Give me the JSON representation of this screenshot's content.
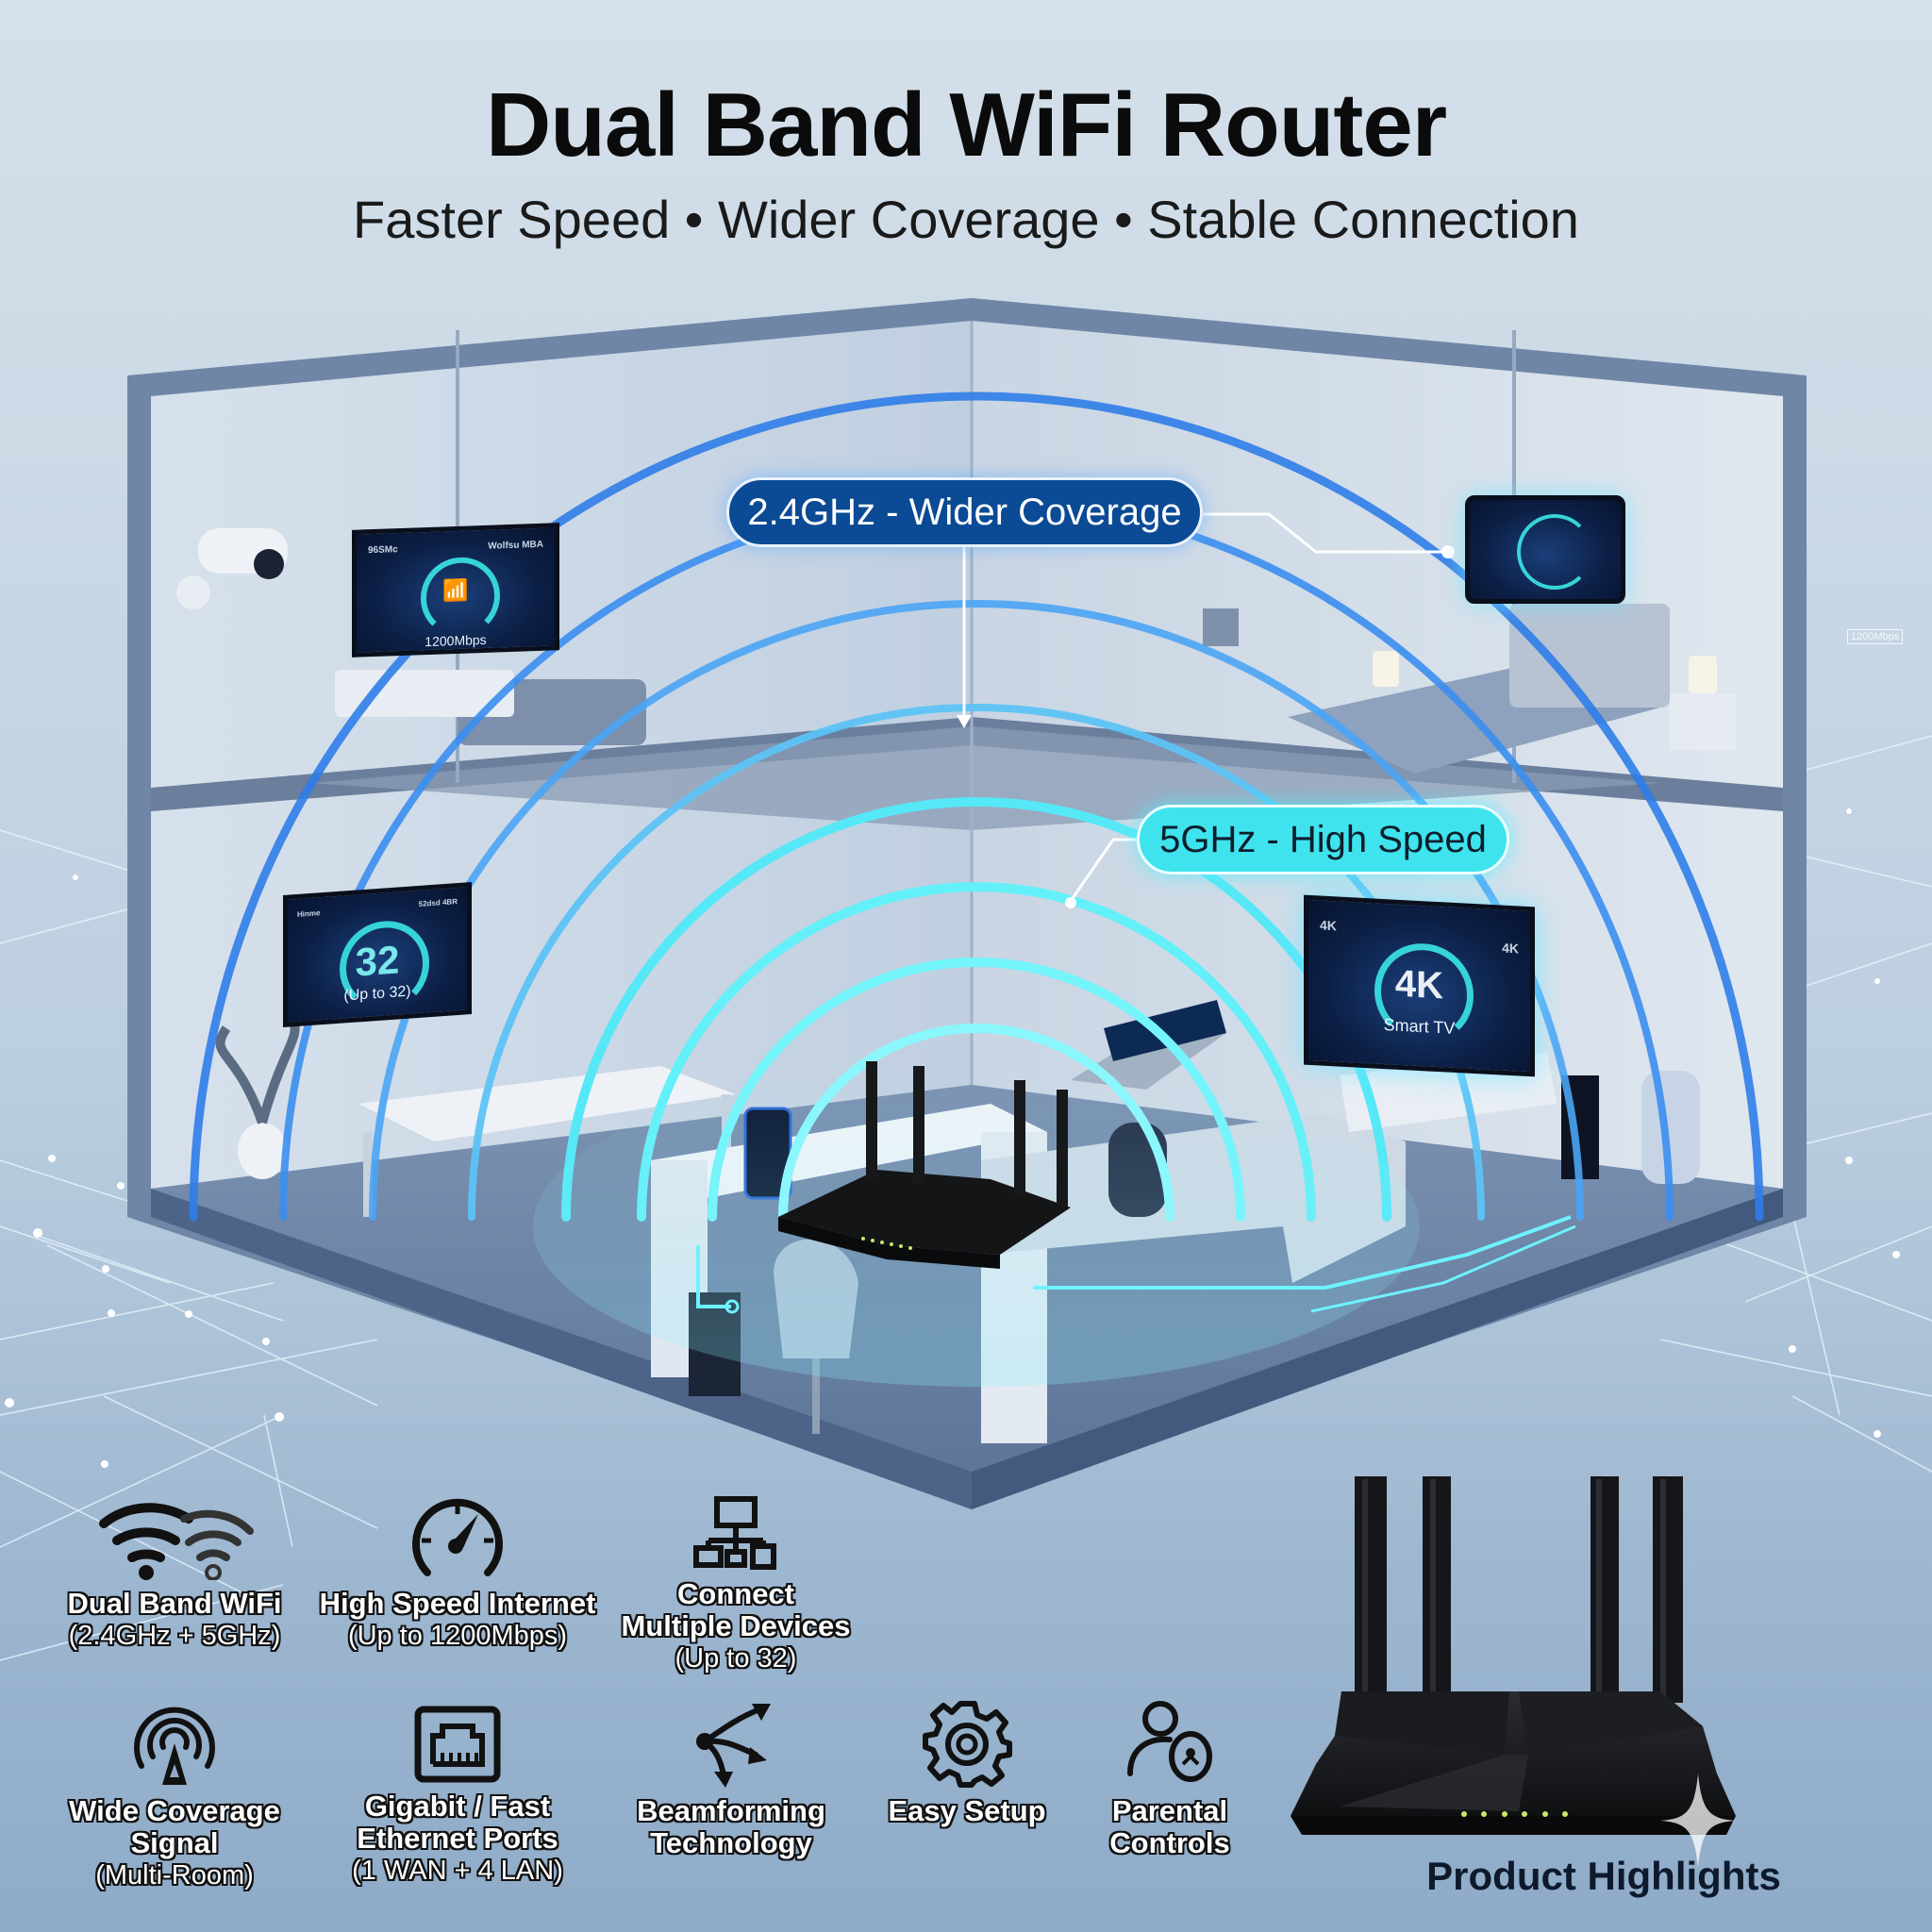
{
  "header": {
    "title": "Dual Band WiFi Router",
    "subtitle": "Faster Speed • Wider Coverage • Stable Connection"
  },
  "bands": {
    "band_24": {
      "label": "2.4GHz - Wider Coverage",
      "color": "#0b4a94"
    },
    "band_5": {
      "label": "5GHz - High Speed",
      "color": "#3fe3ee"
    }
  },
  "scene": {
    "upstairs_tv": {
      "corner_left": "96SMc",
      "corner_right": "Wolfsu MBA",
      "value": "1200Mbps"
    },
    "downstairs_wall_screen": {
      "corner_left": "Hinme",
      "corner_right": "52dsd 4BR",
      "value": "32",
      "caption": "(Up to 32)"
    },
    "smart_tv": {
      "corner_left": "4K",
      "corner_right": "4K",
      "value": "4K",
      "caption": "Smart TV"
    },
    "wall_badge": "1200Mbps"
  },
  "features": [
    {
      "icon": "dual-wifi-icon",
      "lines": [
        "Dual Band WiFi"
      ],
      "sub": "(2.4GHz + 5GHz)"
    },
    {
      "icon": "speedometer-icon",
      "lines": [
        "High Speed Internet"
      ],
      "sub": "(Up to 1200Mbps)"
    },
    {
      "icon": "network-devices-icon",
      "lines": [
        "Connect",
        "Multiple Devices"
      ],
      "sub": "(Up to 32)"
    },
    {
      "icon": "antenna-tower-icon",
      "lines": [
        "Wide Coverage",
        "Signal"
      ],
      "sub": "(Multi-Room)"
    },
    {
      "icon": "ethernet-port-icon",
      "lines": [
        "Gigabit / Fast",
        "Ethernet Ports"
      ],
      "sub": "(1 WAN + 4 LAN)"
    },
    {
      "icon": "beamforming-icon",
      "lines": [
        "Beamforming",
        "Technology"
      ],
      "sub": ""
    },
    {
      "icon": "gear-icon",
      "lines": [
        "Easy Setup"
      ],
      "sub": ""
    },
    {
      "icon": "parental-control-icon",
      "lines": [
        "Parental",
        "Controls"
      ],
      "sub": ""
    }
  ],
  "product": {
    "caption": "Product Highlights",
    "led_count": 6,
    "antenna_count": 4
  },
  "colors": {
    "background_top": "#d4e0ea",
    "background_bottom": "#8eabc8",
    "signal_outer": "#2f7de8",
    "signal_inner": "#4ff0f5",
    "router_body": "#141517"
  }
}
